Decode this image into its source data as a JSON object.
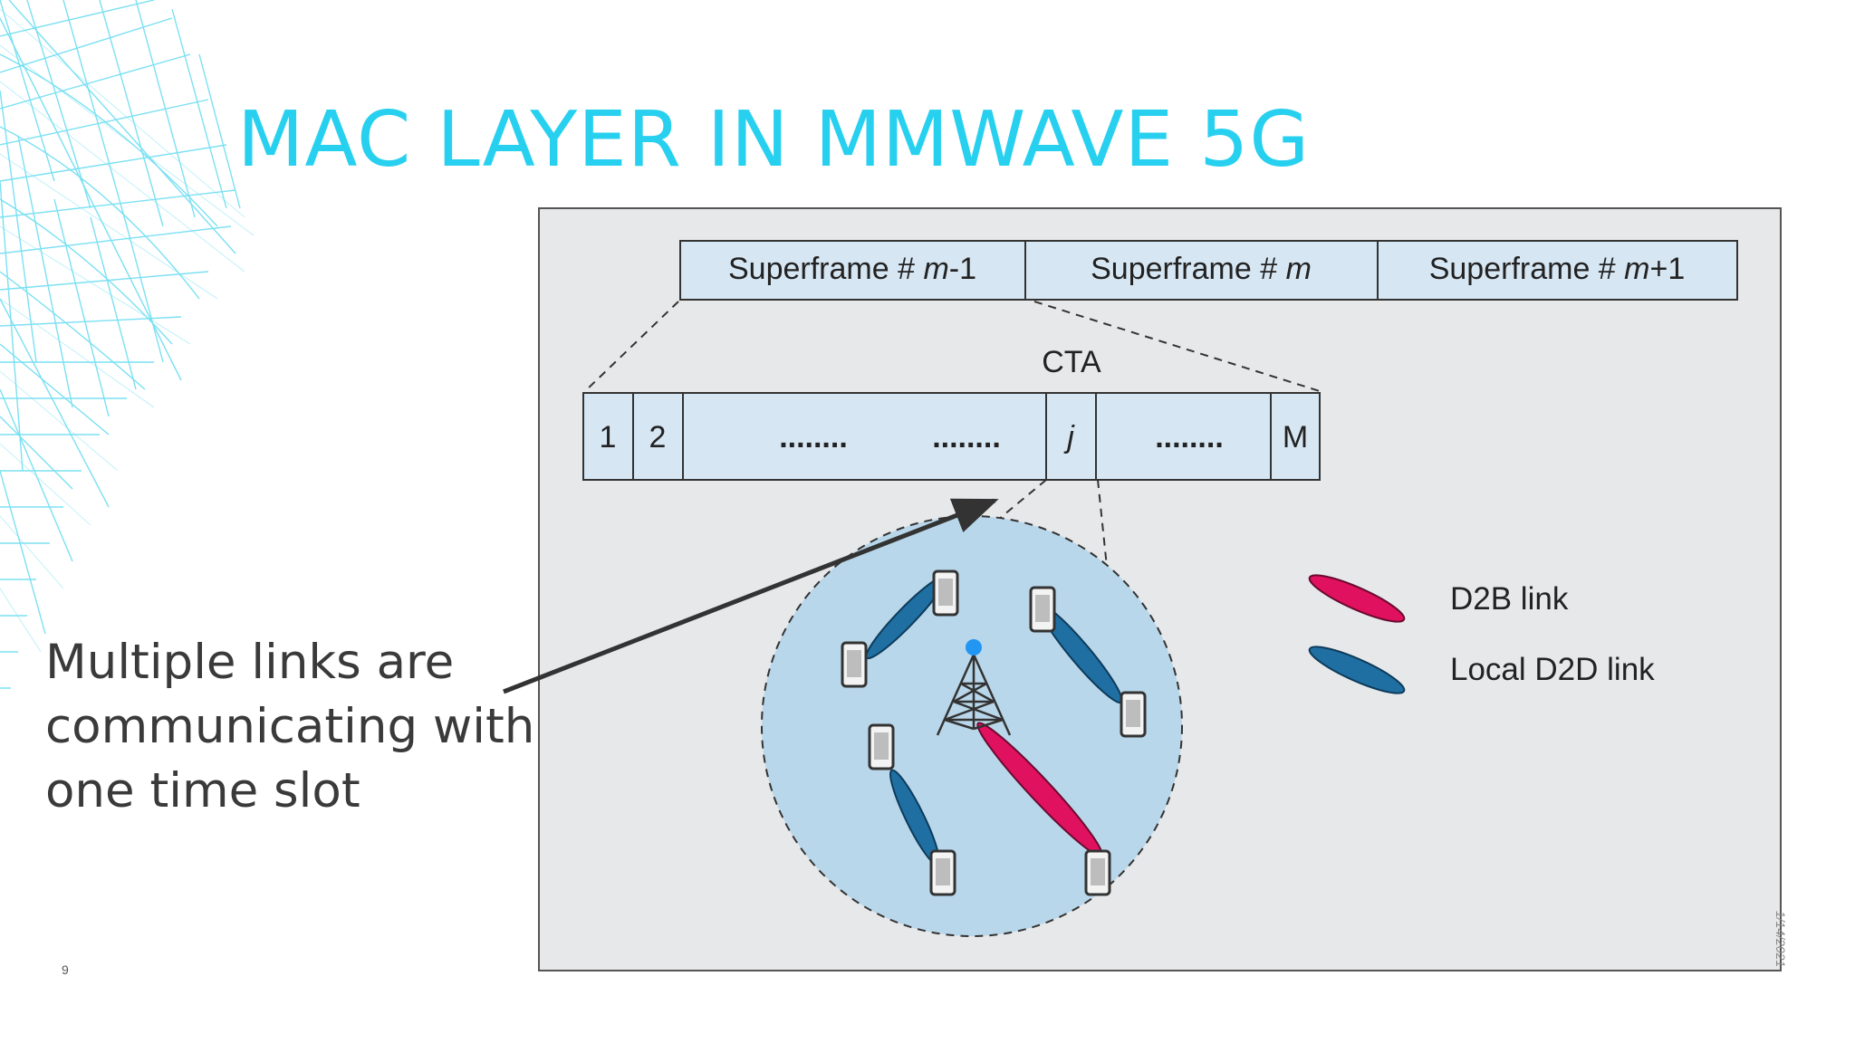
{
  "slide": {
    "title": "MAC LAYER IN MMWAVE 5G",
    "caption_lines": [
      "Multiple links are",
      "communicating within",
      "one time slot"
    ],
    "page_number": "9",
    "side_text": "1/14/2021"
  },
  "diagram": {
    "superframes": [
      {
        "prefix": "Superframe # ",
        "var": "m",
        "suffix": "-1"
      },
      {
        "prefix": "Superframe # ",
        "var": "m",
        "suffix": ""
      },
      {
        "prefix": "Superframe # ",
        "var": "m",
        "suffix": "+1"
      }
    ],
    "cta_label": "CTA",
    "slots": [
      "1",
      "2",
      "........",
      "........",
      "j",
      "........",
      "M"
    ],
    "legend": [
      {
        "label": "D2B link",
        "color": "#e0115f"
      },
      {
        "label": "Local D2D link",
        "color": "#1f6fa3"
      }
    ]
  },
  "colors": {
    "title": "#27d0ef",
    "panel_bg": "#e7e8ea",
    "box_fill": "#d6e6f3",
    "circle_fill": "#b9d7ea",
    "d2b": "#e0115f",
    "d2d": "#1f6fa3",
    "base_station_dot": "#2196f3"
  }
}
